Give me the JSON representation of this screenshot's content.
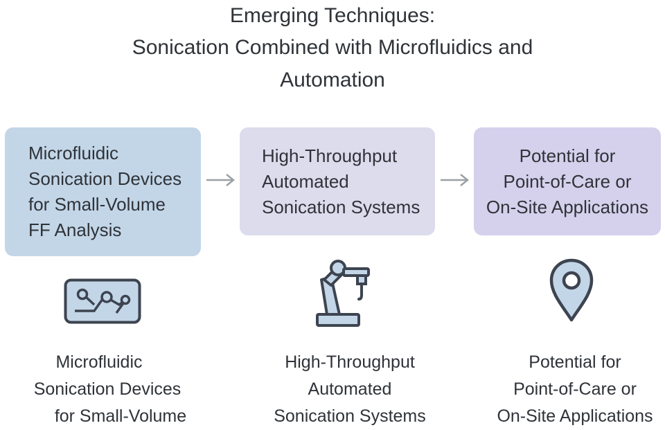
{
  "title": {
    "line1": "Emerging Techniques:",
    "line2": "Sonication Combined with Microfluidics and",
    "line3": "Automation"
  },
  "steps": [
    {
      "box_lines": [
        "Microfluidic",
        "Sonication Devices",
        "for Small-Volume",
        "FF Analysis"
      ],
      "icon": "microfluidic-chip-icon",
      "caption_lines": [
        "Microfluidic",
        "Sonication Devices",
        "for Small-Volume"
      ]
    },
    {
      "box_lines": [
        "High-Throughput",
        "Automated",
        "Sonication Systems"
      ],
      "icon": "robotic-arm-icon",
      "caption_lines": [
        "High-Throughput",
        "Automated",
        "Sonication Systems"
      ]
    },
    {
      "box_lines": [
        "Potential for",
        "Point-of-Care or",
        "On-Site Applications"
      ],
      "icon": "location-pin-icon",
      "caption_lines": [
        "Potential for",
        "Point-of-Care or",
        "On-Site Applications"
      ]
    }
  ],
  "colors": {
    "box1": "#c3d6e8",
    "box2": "#dcdced",
    "box3": "#d5d0ec",
    "icon_stroke": "#3d4450",
    "icon_fill": "#c3d6e8",
    "arrow": "#9aa0a6"
  }
}
